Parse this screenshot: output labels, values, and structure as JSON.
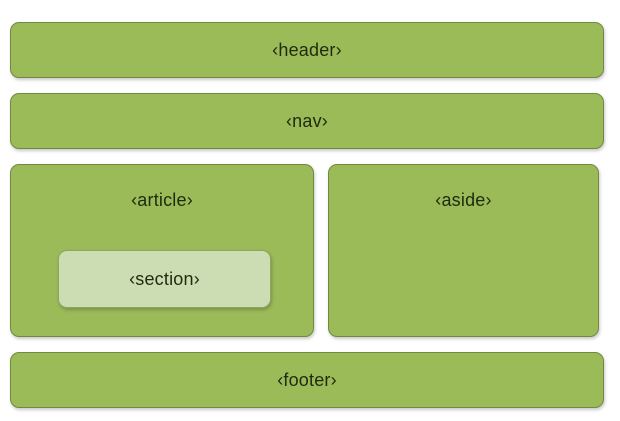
{
  "diagram": {
    "header": {
      "label": "‹header›"
    },
    "nav": {
      "label": "‹nav›"
    },
    "article": {
      "label": "‹article›"
    },
    "section": {
      "label": "‹section›"
    },
    "aside": {
      "label": "‹aside›"
    },
    "footer": {
      "label": "‹footer›"
    }
  },
  "colors": {
    "block_fill": "#9bbb59",
    "block_border": "#71893f",
    "inner_fill": "#cdddb3",
    "text": "#1f2a0e"
  }
}
